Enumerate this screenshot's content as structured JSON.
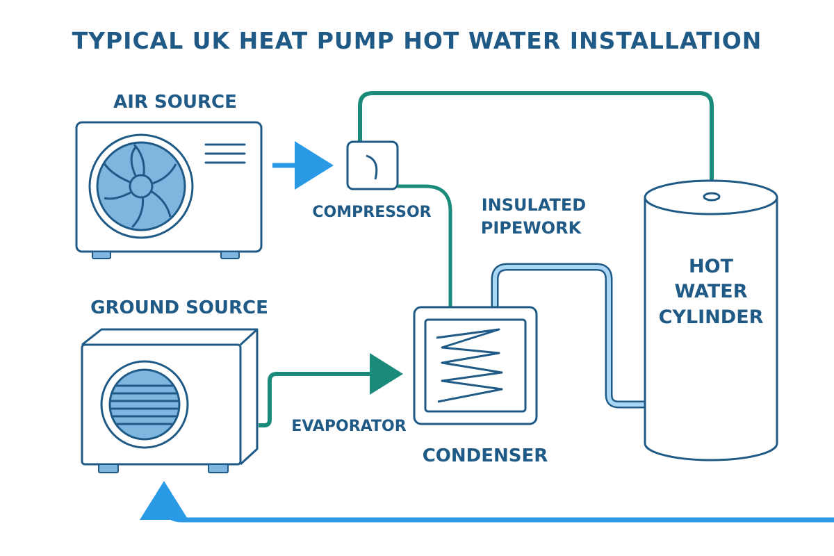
{
  "title": "TYPICAL UK HEAT PUMP HOT WATER INSTALLATION",
  "labels": {
    "air_source": "AIR SOURCE",
    "ground_source": "GROUND SOURCE",
    "compressor": "COMPRESSOR",
    "insulated_line1": "INSULATED",
    "insulated_line2": "PIPEWORK",
    "cylinder_line1": "HOT",
    "cylinder_line2": "WATER",
    "cylinder_line3": "CYLINDER",
    "evaporator": "EVAPORATOR",
    "condenser": "CONDENSER"
  },
  "colors": {
    "outline": "#1f5a86",
    "title": "#1f5a86",
    "fill_light": "#7fb6df",
    "pipe_green": "#1a8a7a",
    "pipe_blue": "#2b9ae6",
    "pipe_light": "#a9d6f5"
  }
}
